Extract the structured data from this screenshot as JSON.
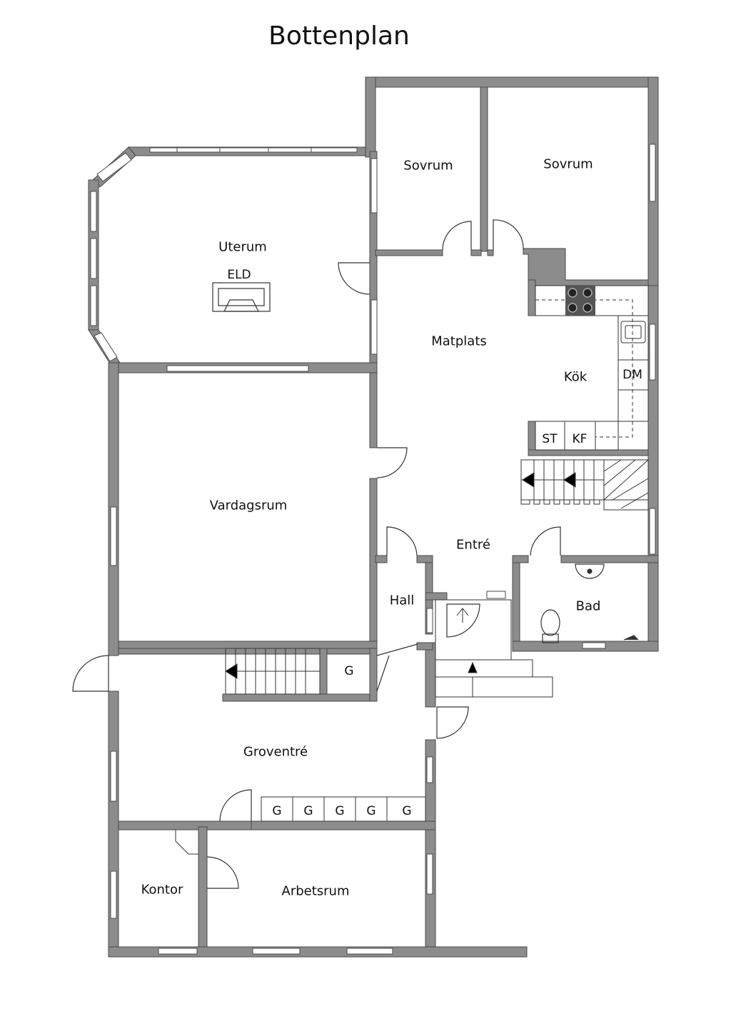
{
  "title": "Bottenplan",
  "rooms": {
    "uterum": "Uterum",
    "eld": "ELD",
    "sovrum_1": "Sovrum",
    "sovrum_2": "Sovrum",
    "matplats": "Matplats",
    "kok": "Kök",
    "dm": "DM",
    "st": "ST",
    "kf": "KF",
    "vardagsrum": "Vardagsrum",
    "entre": "Entré",
    "hall": "Hall",
    "bad": "Bad",
    "g_stair": "G",
    "groventre": "Groventré",
    "g_row": [
      "G",
      "G",
      "G",
      "G",
      "G"
    ],
    "kontor": "Kontor",
    "arbetsrum": "Arbetsrum"
  },
  "colors": {
    "wall": "#8c8c8c",
    "wall_edge": "#4a4a4a",
    "window": "#ffffff",
    "line": "#333333"
  }
}
